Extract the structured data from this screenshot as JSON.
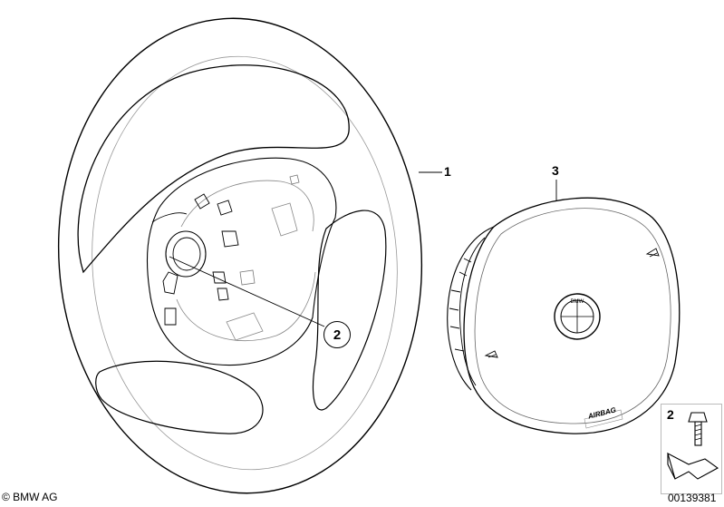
{
  "callouts": {
    "wheel": "1",
    "airbag": "3",
    "screw": "2"
  },
  "legend": {
    "part_number": "2"
  },
  "airbag_text": "AIRBAG",
  "footer": {
    "copyright": "© BMW AG",
    "diagram_number": "00139381"
  },
  "icons": [
    "steering-wheel-icon",
    "airbag-module-icon",
    "bmw-logo-icon",
    "horn-symbol-icon",
    "screw-icon",
    "arrow-icon"
  ]
}
